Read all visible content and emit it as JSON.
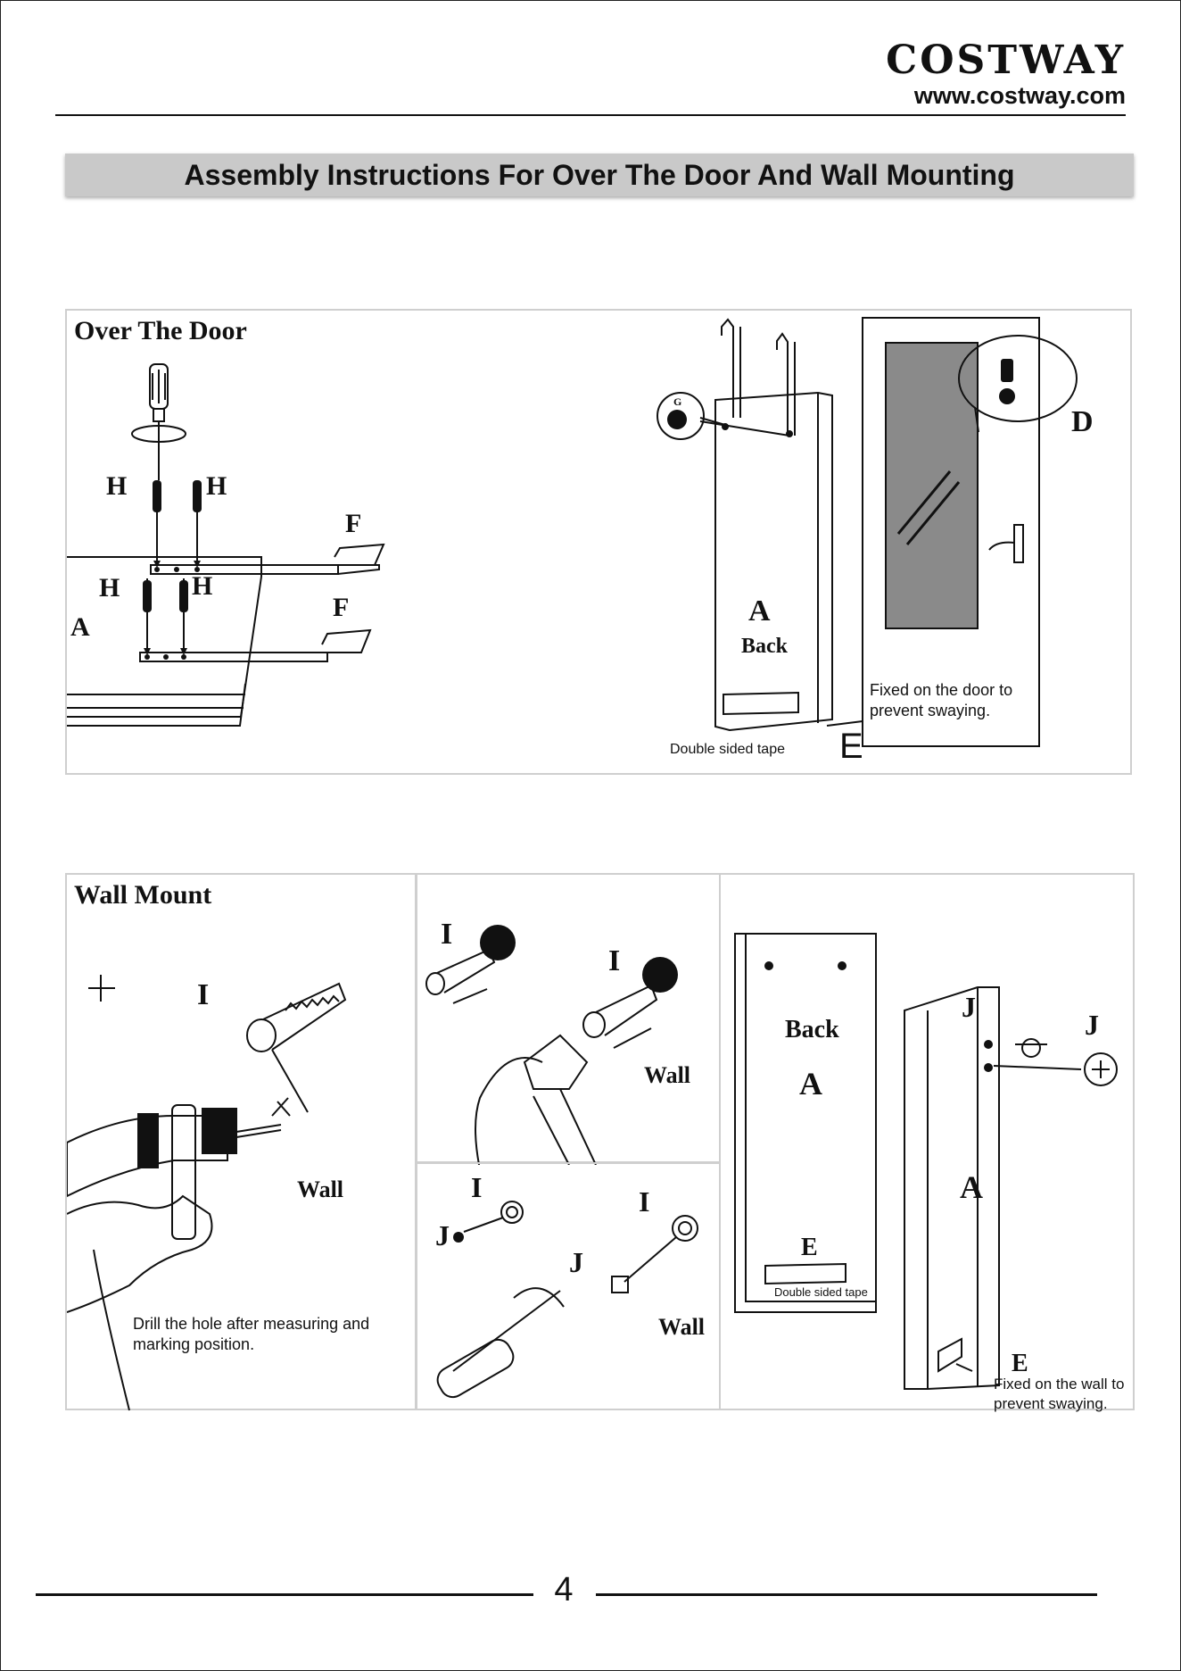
{
  "brand": {
    "name": "COSTWAY",
    "url": "www.costway.com"
  },
  "title": "Assembly Instructions For Over The Door And Wall Mounting",
  "over_the_door": {
    "heading": "Over The Door",
    "labels": {
      "H": "H",
      "F": "F",
      "A": "A",
      "G": "G",
      "D": "D",
      "E": "E",
      "back": "Back"
    },
    "notes": {
      "tape": "Double sided tape",
      "fixed_door": "Fixed on the door to prevent swaying."
    }
  },
  "wall_mount": {
    "heading": "Wall Mount",
    "labels": {
      "I": "I",
      "J": "J",
      "A": "A",
      "E": "E",
      "wall": "Wall",
      "back": "Back"
    },
    "notes": {
      "drill": "Drill the hole after measuring and marking position.",
      "tape": "Double sided tape",
      "fixed_wall": "Fixed on the wall to prevent swaying."
    }
  },
  "page_number": "4"
}
